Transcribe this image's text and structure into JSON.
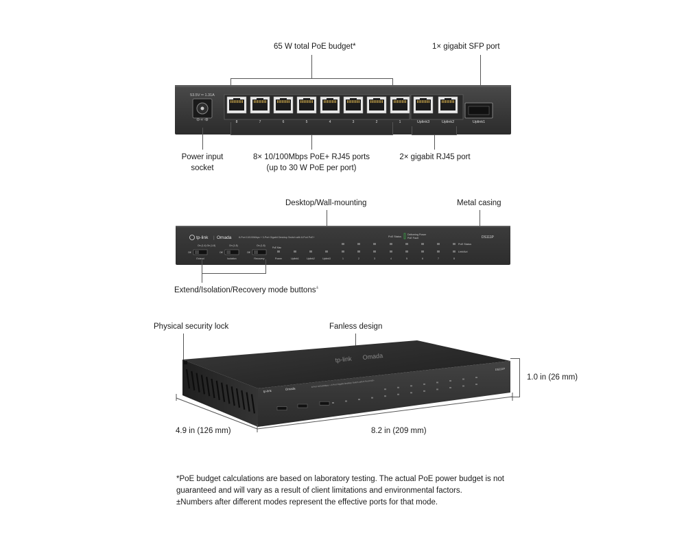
{
  "rear": {
    "label_poe_budget": "65 W total PoE budget*",
    "label_sfp": "1× gigabit SFP port",
    "label_power_1": "Power input",
    "label_power_2": "socket",
    "label_ports_1": "8× 10/100Mbps PoE+ RJ45 ports",
    "label_ports_2": "(up to 30 W PoE per port)",
    "label_gigabit": "2× gigabit RJ45 port",
    "power_rating": "53.5V ═ 1.31A",
    "port_numbers": [
      "8",
      "7",
      "6",
      "5",
      "4",
      "3",
      "2",
      "1"
    ],
    "uplink_labels": [
      "Uplink3",
      "Uplink2"
    ],
    "sfp_label": "Uplink1"
  },
  "front": {
    "label_mounting": "Desktop/Wall-mounting",
    "label_casing": "Metal casing",
    "label_buttons": "Extend/Isolation/Recovery mode buttons",
    "label_buttons_mark": "±",
    "brand_tplink": "tp-link",
    "brand_omada": "Omada",
    "description": "8-Port 10/100Mbps + 3-Port Gigabit Desktop Switch with 8-Port PoE+",
    "model": "DS111P",
    "poe_status": "PoE Status",
    "delivering_power": "Delivering Power",
    "poe_fault": "PoE Fault",
    "poe_status_right": "PoE Status",
    "link_act": "Link/Act",
    "switches": [
      {
        "name": "Extend",
        "on_labels": "On (1-4)  On (1-8)",
        "off": "Off"
      },
      {
        "name": "Isolation",
        "on_labels": "On (1-8)",
        "off": "Off"
      },
      {
        "name": "Recovery",
        "on_labels": "On (1-8)",
        "off": "Off"
      }
    ],
    "poe_max": "PoE Max",
    "led_labels": [
      "Power",
      "Uplink1",
      "Uplink2",
      "Uplink3",
      "1",
      "2",
      "3",
      "4",
      "5",
      "6",
      "7",
      "8"
    ]
  },
  "iso": {
    "label_lock": "Physical security lock",
    "label_fanless": "Fanless design",
    "dim_height": "1.0 in (26 mm)",
    "dim_depth": "4.9 in (126 mm)",
    "dim_width": "8.2 in (209 mm)"
  },
  "footnotes": {
    "line1": "*PoE budget calculations are based on laboratory testing. The actual PoE power budget is not",
    "line2": "guaranteed and will vary as a result of client limitations and environmental factors.",
    "line3": "±Numbers after different modes represent the effective ports for that mode."
  }
}
